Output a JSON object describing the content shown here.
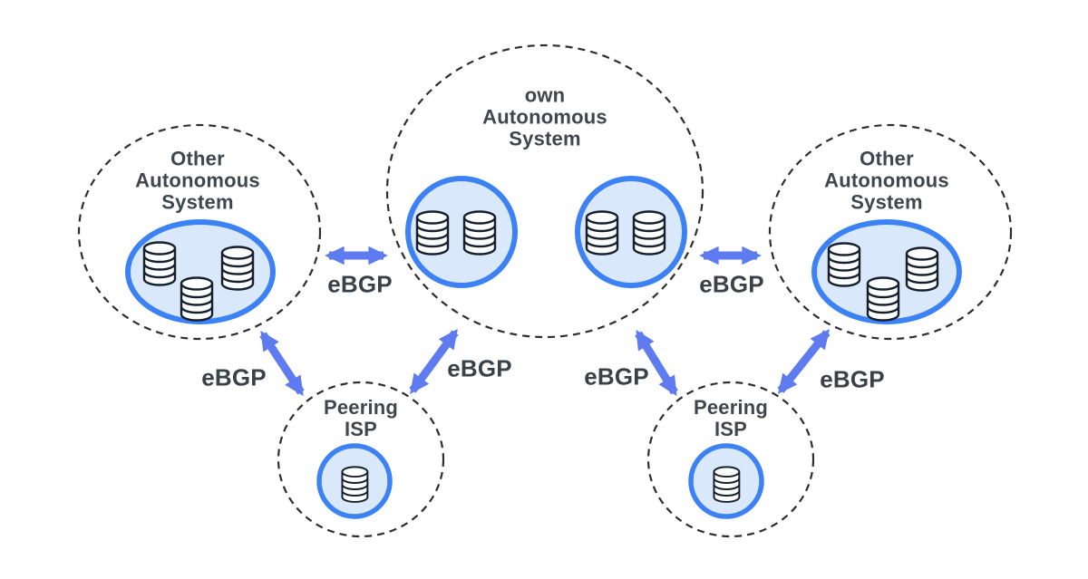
{
  "colors": {
    "node_border": "#3c82f5",
    "node_fill": "#d9e9fb",
    "arrow": "#5e7bef",
    "boundary_dash": "#2e2e2e",
    "label_text": "#40464d",
    "edge_text": "#3a4149",
    "icon_stroke": "#161f2c"
  },
  "nodes": {
    "own_as": {
      "label": "own\nAutonomous\nSystem"
    },
    "other_as_left": {
      "label": "Other\nAutonomous\nSystem"
    },
    "other_as_right": {
      "label": "Other\nAutonomous\nSystem"
    },
    "peering_isp_left": {
      "label": "Peering\nISP"
    },
    "peering_isp_right": {
      "label": "Peering\nISP"
    }
  },
  "edges": {
    "other_left_to_own": {
      "label": "eBGP"
    },
    "other_right_to_own": {
      "label": "eBGP"
    },
    "other_left_to_isp_left": {
      "label": "eBGP"
    },
    "own_to_isp_left": {
      "label": "eBGP"
    },
    "own_to_isp_right": {
      "label": "eBGP"
    },
    "other_right_to_isp_right": {
      "label": "eBGP"
    }
  }
}
